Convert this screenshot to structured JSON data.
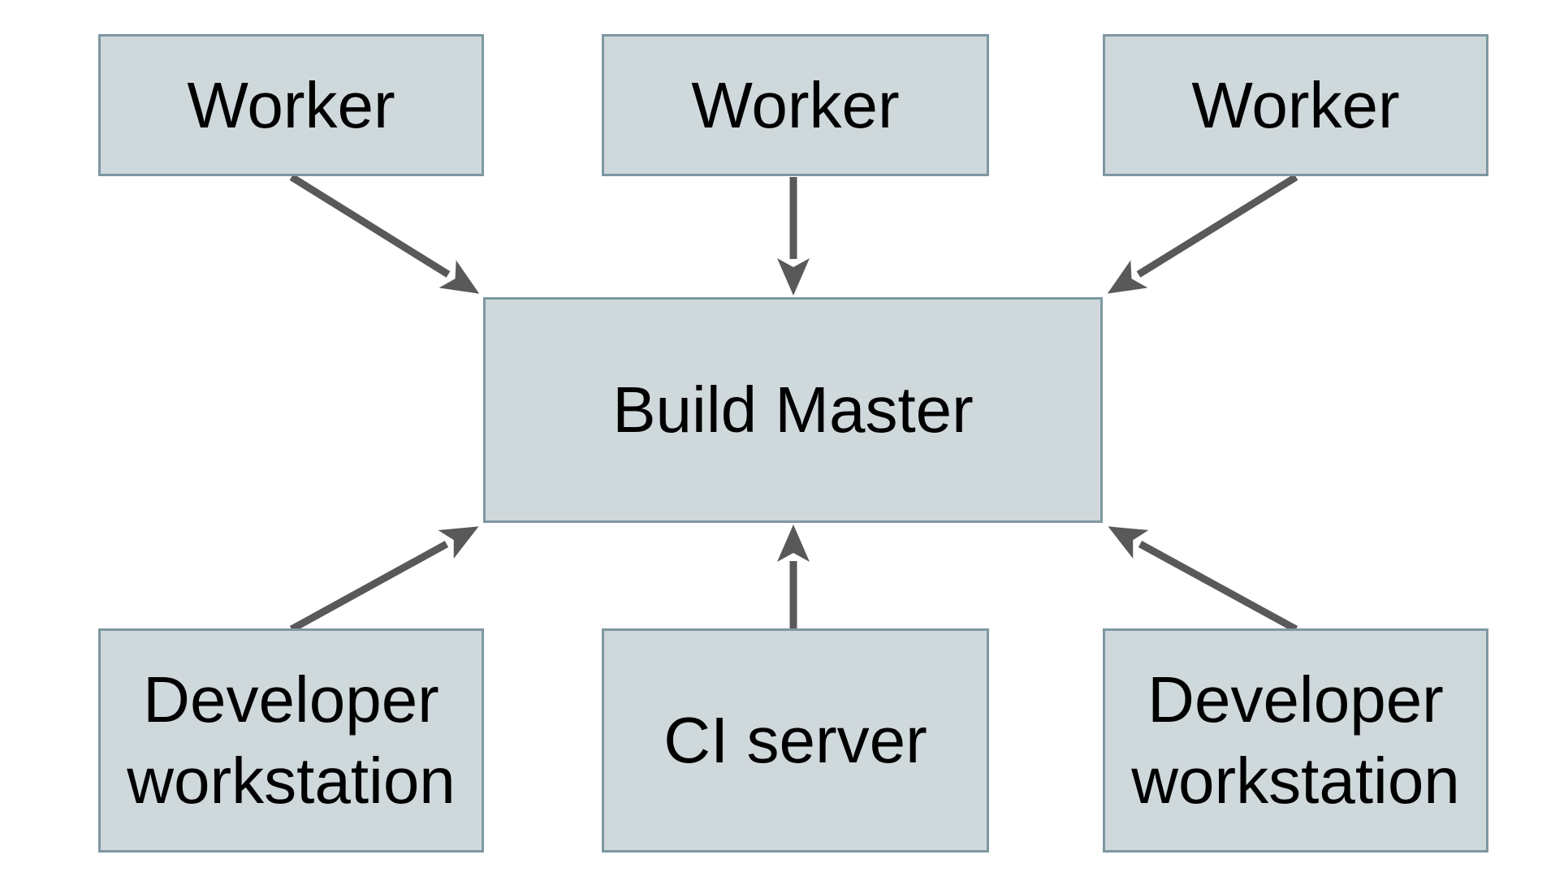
{
  "diagram": {
    "colors": {
      "background": "#ffffff",
      "node_fill": "#cfd8db",
      "node_border": "#7e98a2",
      "arrow": "#595959",
      "text": "#000000"
    },
    "nodes": [
      {
        "id": "worker-1",
        "label": "Worker"
      },
      {
        "id": "worker-2",
        "label": "Worker"
      },
      {
        "id": "worker-3",
        "label": "Worker"
      },
      {
        "id": "build-master",
        "label": "Build Master"
      },
      {
        "id": "developer-workstation-1",
        "label": "Developer workstation"
      },
      {
        "id": "ci-server",
        "label": "CI server"
      },
      {
        "id": "developer-workstation-2",
        "label": "Developer workstation"
      }
    ],
    "edges": [
      {
        "from": "worker-1",
        "to": "build-master"
      },
      {
        "from": "worker-2",
        "to": "build-master"
      },
      {
        "from": "worker-3",
        "to": "build-master"
      },
      {
        "from": "developer-workstation-1",
        "to": "build-master"
      },
      {
        "from": "ci-server",
        "to": "build-master"
      },
      {
        "from": "developer-workstation-2",
        "to": "build-master"
      }
    ]
  }
}
